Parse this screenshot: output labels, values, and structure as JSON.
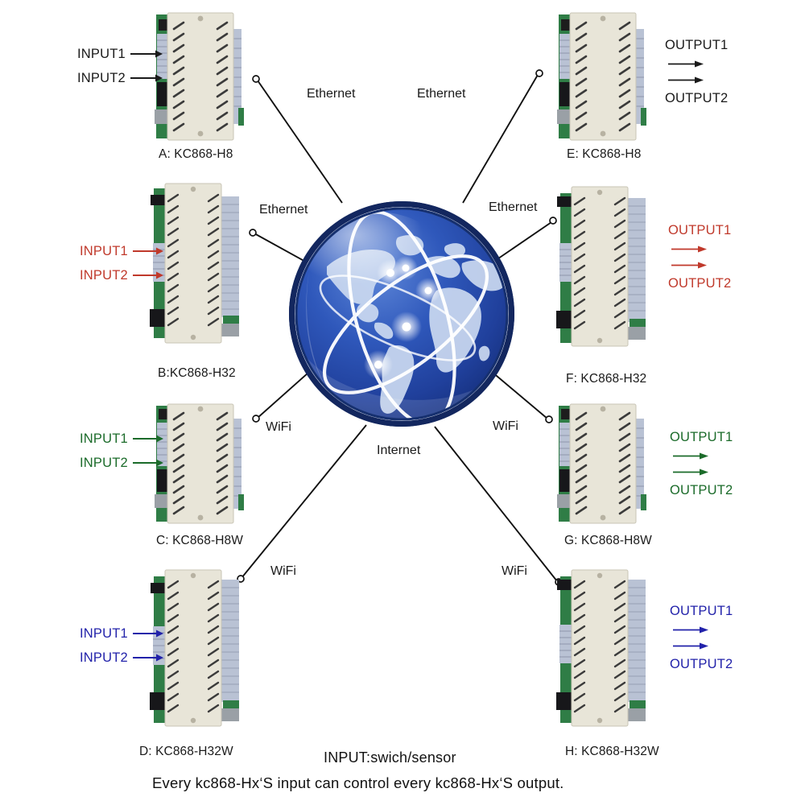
{
  "diagram": {
    "title_footer_input": "INPUT:swich/sensor",
    "title_footer_note": "Every kc868-Hx‘S input can control every kc868-Hx‘S  output.",
    "center_node": "internet-globe"
  },
  "colors": {
    "black": "#1a1a1a",
    "red": "#C0392B",
    "green": "#1B6B2A",
    "blue": "#2222AA",
    "globe_dark": "#1d3a8f",
    "globe_mid": "#2c53b8",
    "globe_light": "#c5d4ef",
    "globe_rim": "#10235e",
    "wire": "#111111"
  },
  "network_labels": [
    {
      "id": "eth-top-left",
      "text": "Ethernet"
    },
    {
      "id": "eth-top-right",
      "text": "Ethernet"
    },
    {
      "id": "eth-mid-left",
      "text": "Ethernet"
    },
    {
      "id": "eth-mid-right",
      "text": "Ethernet"
    },
    {
      "id": "wifi-mid-left",
      "text": "WiFi"
    },
    {
      "id": "wifi-mid-right",
      "text": "WiFi"
    },
    {
      "id": "internet-center",
      "text": "Internet"
    },
    {
      "id": "wifi-bot-left",
      "text": "WiFi"
    },
    {
      "id": "wifi-bot-right",
      "text": "WiFi"
    }
  ],
  "left_devices": [
    {
      "id": "A",
      "caption": "A: KC868-H8",
      "model": "KC868-H8",
      "variant": "h8",
      "color_key": "black",
      "io": [
        {
          "label": "INPUT1"
        },
        {
          "label": "INPUT2"
        }
      ]
    },
    {
      "id": "B",
      "caption": "B:KC868-H32",
      "model": "KC868-H32",
      "variant": "h32",
      "color_key": "red",
      "io": [
        {
          "label": "INPUT1"
        },
        {
          "label": "INPUT2"
        }
      ]
    },
    {
      "id": "C",
      "caption": "C: KC868-H8W",
      "model": "KC868-H8W",
      "variant": "h8",
      "color_key": "green",
      "io": [
        {
          "label": "INPUT1"
        },
        {
          "label": "INPUT2"
        }
      ]
    },
    {
      "id": "D",
      "caption": "D: KC868-H32W",
      "model": "KC868-H32W",
      "variant": "h32",
      "color_key": "blue",
      "io": [
        {
          "label": "INPUT1"
        },
        {
          "label": "INPUT2"
        }
      ]
    }
  ],
  "right_devices": [
    {
      "id": "E",
      "caption": "E: KC868-H8",
      "model": "KC868-H8",
      "variant": "h8",
      "color_key": "black",
      "io": [
        {
          "label": "OUTPUT1"
        },
        {
          "label": "OUTPUT2"
        }
      ]
    },
    {
      "id": "F",
      "caption": "F: KC868-H32",
      "model": "KC868-H32",
      "variant": "h32",
      "color_key": "red",
      "io": [
        {
          "label": "OUTPUT1"
        },
        {
          "label": "OUTPUT2"
        }
      ]
    },
    {
      "id": "G",
      "caption": "G: KC868-H8W",
      "model": "KC868-H8W",
      "variant": "h8",
      "color_key": "green",
      "io": [
        {
          "label": "OUTPUT1"
        },
        {
          "label": "OUTPUT2"
        }
      ]
    },
    {
      "id": "H",
      "caption": "H: KC868-H32W",
      "model": "KC868-H32W",
      "variant": "h32",
      "color_key": "blue",
      "io": [
        {
          "label": "OUTPUT1"
        },
        {
          "label": "OUTPUT2"
        }
      ]
    }
  ]
}
